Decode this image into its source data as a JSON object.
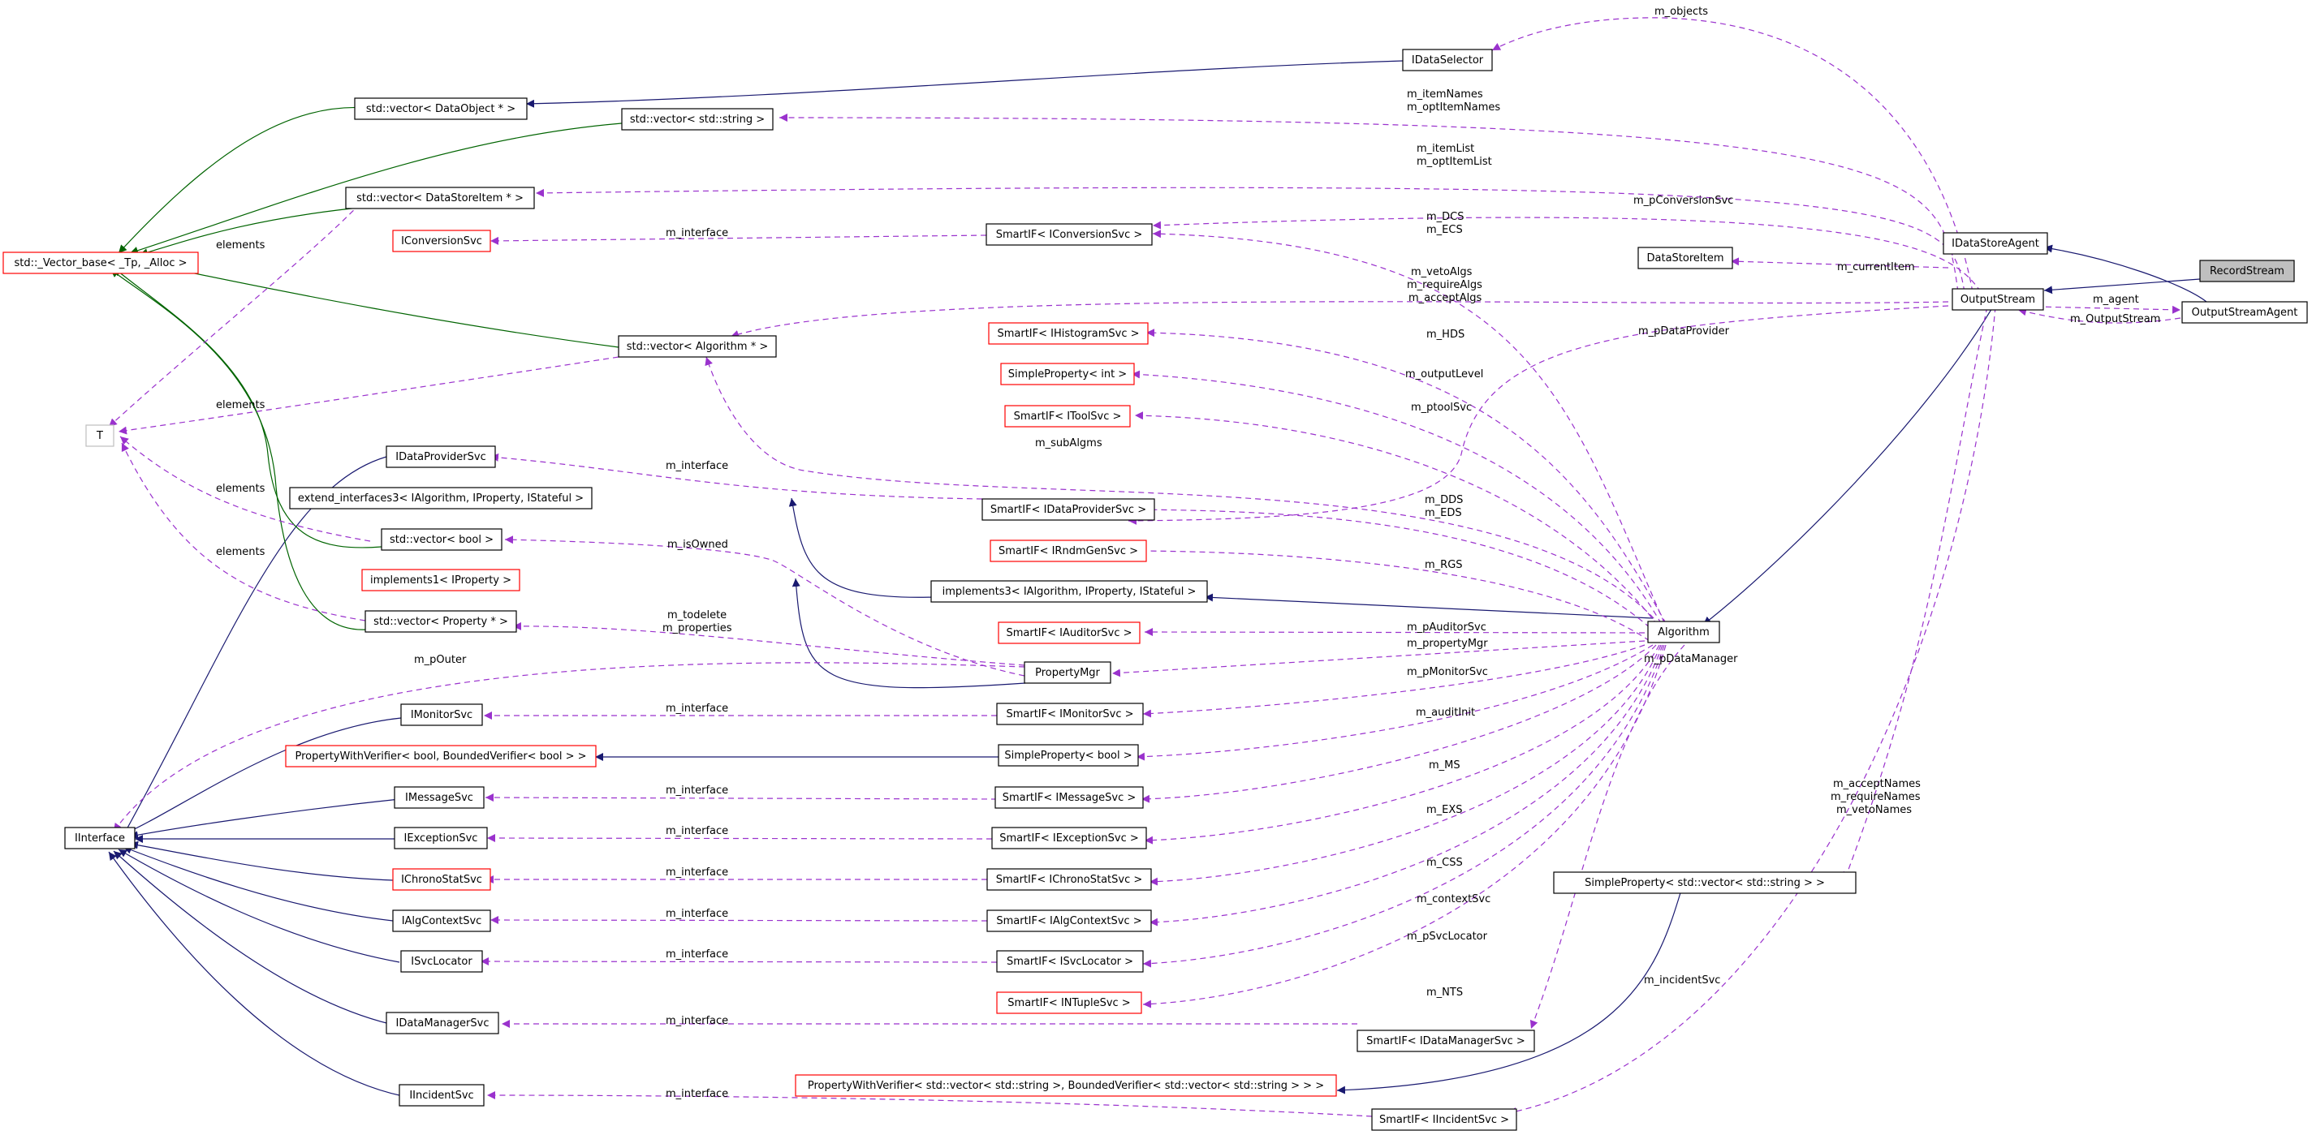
{
  "title": "Collaboration diagram for RecordStream",
  "colors": {
    "inheritance_edge": "#191970",
    "template_edge": "#006400",
    "usage_edge": "#9a32cd",
    "undocumented_border": "#ff0000",
    "focus_fill": "#bfbfbf"
  },
  "nodes": {
    "RecordStream": "RecordStream",
    "OutputStreamAgent": "OutputStreamAgent",
    "IDataStoreAgent": "IDataStoreAgent",
    "OutputStream": "OutputStream",
    "DataStoreItem": "DataStoreItem",
    "IDataSelector": "IDataSelector",
    "vectorDataObject": "std::vector< DataObject * >",
    "vectorString": "std::vector< std::string >",
    "vectorDataStoreItem": "std::vector< DataStoreItem * >",
    "vectorBase": "std::_Vector_base< _Tp, _Alloc >",
    "IConversionSvc": "IConversionSvc",
    "SmartIFConversion": "SmartIF< IConversionSvc >",
    "vectorAlgorithm": "std::vector< Algorithm * >",
    "SmartIFHistogram": "SmartIF< IHistogramSvc >",
    "SimplePropertyInt": "SimpleProperty< int >",
    "SmartIFToolSvc": "SmartIF< IToolSvc >",
    "T": "T",
    "IDataProviderSvc": "IDataProviderSvc",
    "extendInterfaces3": "extend_interfaces3< IAlgorithm, IProperty, IStateful >",
    "SmartIFDataProvider": "SmartIF< IDataProviderSvc >",
    "vectorBool": "std::vector< bool >",
    "SmartIFRndmGen": "SmartIF< IRndmGenSvc >",
    "implements1": "implements1< IProperty >",
    "implements3": "implements3< IAlgorithm, IProperty, IStateful >",
    "vectorProperty": "std::vector< Property * >",
    "SmartIFAuditor": "SmartIF< IAuditorSvc >",
    "Algorithm": "Algorithm",
    "PropertyMgr": "PropertyMgr",
    "IMonitorSvc": "IMonitorSvc",
    "SmartIFMonitor": "SmartIF< IMonitorSvc >",
    "PropertyWithVerifierBool": "PropertyWithVerifier< bool, BoundedVerifier< bool > >",
    "SimplePropertyBool": "SimpleProperty< bool >",
    "IMessageSvc": "IMessageSvc",
    "SmartIFMessage": "SmartIF< IMessageSvc >",
    "IInterface": "IInterface",
    "IExceptionSvc": "IExceptionSvc",
    "SmartIFException": "SmartIF< IExceptionSvc >",
    "IChronoStatSvc": "IChronoStatSvc",
    "SmartIFChrono": "SmartIF< IChronoStatSvc >",
    "SimplePropertyVecString": "SimpleProperty< std::vector< std::string > >",
    "IAlgContextSvc": "IAlgContextSvc",
    "SmartIFAlgContext": "SmartIF< IAlgContextSvc >",
    "ISvcLocator": "ISvcLocator",
    "SmartIFSvcLocator": "SmartIF< ISvcLocator >",
    "SmartIFNTuple": "SmartIF< INTupleSvc >",
    "IDataManagerSvc": "IDataManagerSvc",
    "SmartIFDataManager": "SmartIF< IDataManagerSvc >",
    "PropertyWithVerifierVec": "PropertyWithVerifier< std::vector< std::string >, BoundedVerifier< std::vector< std::string > > >",
    "IIncidentSvc": "IIncidentSvc",
    "SmartIFIncident": "SmartIF< IIncidentSvc >"
  },
  "labels": {
    "m_objects": "m_objects",
    "m_itemNames": "m_itemNames",
    "m_optItemNames": "m_optItemNames",
    "m_itemList": "m_itemList",
    "m_optItemList": "m_optItemList",
    "m_pConversionSvc": "m_pConversionSvc",
    "m_DCS": "m_DCS",
    "m_ECS": "m_ECS",
    "m_interface": "m_interface",
    "elements": "elements",
    "m_currentItem": "m_currentItem",
    "m_vetoAlgs": "m_vetoAlgs",
    "m_requireAlgs": "m_requireAlgs",
    "m_acceptAlgs": "m_acceptAlgs",
    "m_agent": "m_agent",
    "m_OutputStream": "m_OutputStream",
    "m_HDS": "m_HDS",
    "m_pDataProvider": "m_pDataProvider",
    "m_outputLevel": "m_outputLevel",
    "m_ptoolSvc": "m_ptoolSvc",
    "m_subAlgms": "m_subAlgms",
    "m_DDS": "m_DDS",
    "m_EDS": "m_EDS",
    "m_isOwned": "m_isOwned",
    "m_RGS": "m_RGS",
    "m_todelete": "m_todelete",
    "m_properties": "m_properties",
    "m_pAuditorSvc": "m_pAuditorSvc",
    "m_propertyMgr": "m_propertyMgr",
    "m_pOuter": "m_pOuter",
    "m_pDataManager": "m_pDataManager",
    "m_pMonitorSvc": "m_pMonitorSvc",
    "m_auditInit": "m_auditInit",
    "m_MS": "m_MS",
    "m_EXS": "m_EXS",
    "m_acceptNames": "m_acceptNames",
    "m_requireNames": "m_requireNames",
    "m_vetoNames": "m_vetoNames",
    "m_CSS": "m_CSS",
    "m_contextSvc": "m_contextSvc",
    "m_pSvcLocator": "m_pSvcLocator",
    "m_incidentSvc": "m_incidentSvc",
    "m_NTS": "m_NTS"
  }
}
